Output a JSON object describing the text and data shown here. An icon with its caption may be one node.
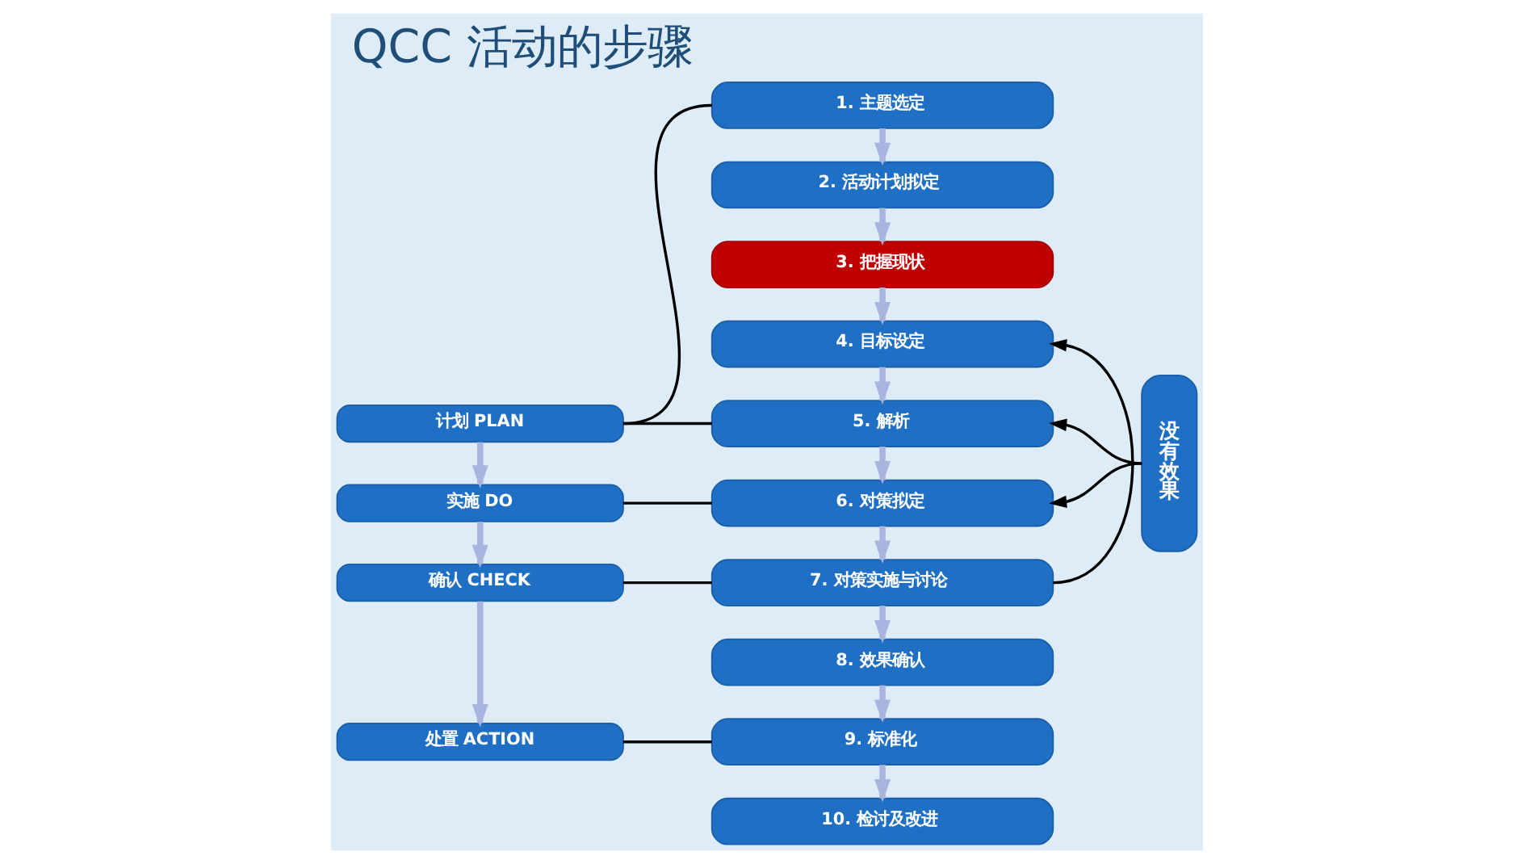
{
  "diagram": {
    "title": "QCC 活动的步骤",
    "nodes": [
      {
        "text": [
          "计划 PLAN"
        ]
      },
      {
        "text": [
          "实施 DO"
        ]
      },
      {
        "text": [
          "确认 CHECK"
        ]
      },
      {
        "text": [
          "处置 ACTION"
        ]
      },
      {
        "text": [
          "1. 主题选定"
        ]
      },
      {
        "text": [
          "2. 活动计划拟定"
        ]
      },
      {
        "text": [
          "3. 把握现状"
        ]
      },
      {
        "text": [
          "4. 目标设定"
        ]
      },
      {
        "text": [
          "5. 解析"
        ]
      },
      {
        "text": [
          "6. 对策拟定"
        ]
      },
      {
        "text": [
          "7. 对策实施与讨论"
        ]
      },
      {
        "text": [
          "8. 效果确认"
        ]
      },
      {
        "text": [
          "9. 标准化"
        ]
      },
      {
        "text": [
          "10. 检讨及改进"
        ]
      },
      {
        "text": [
          "没有效果"
        ]
      }
    ],
    "edges": [
      {
        "from": 0,
        "to": 1,
        "arrow": "to"
      },
      {
        "from": 1,
        "to": 2,
        "arrow": "to"
      },
      {
        "from": 2,
        "to": 3,
        "arrow": "to"
      },
      {
        "from": 4,
        "to": 5,
        "arrow": "to"
      },
      {
        "from": 5,
        "to": 6,
        "arrow": "to"
      },
      {
        "from": 6,
        "to": 7,
        "arrow": "to"
      },
      {
        "from": 7,
        "to": 8,
        "arrow": "to"
      },
      {
        "from": 8,
        "to": 9,
        "arrow": "to"
      },
      {
        "from": 9,
        "to": 10,
        "arrow": "to"
      },
      {
        "from": 10,
        "to": 11,
        "arrow": "to"
      },
      {
        "from": 11,
        "to": 12,
        "arrow": "to"
      },
      {
        "from": 12,
        "to": 13,
        "arrow": "to"
      },
      {
        "from": 0,
        "to": 4,
        "arrow": "none",
        "color": "#000000"
      },
      {
        "from": 0,
        "to": 8,
        "arrow": "none",
        "color": "#000000"
      },
      {
        "from": 1,
        "to": 9,
        "arrow": "none",
        "color": "#000000"
      },
      {
        "from": 2,
        "to": 10,
        "arrow": "none",
        "color": "#000000"
      },
      {
        "from": 3,
        "to": 12,
        "arrow": "none",
        "color": "#000000"
      },
      {
        "from": 10,
        "to": 7,
        "arrow": "to",
        "color": "#000000"
      },
      {
        "from": 14,
        "to": 8,
        "arrow": "to",
        "color": "#000000"
      },
      {
        "from": 14,
        "to": 9,
        "arrow": "to",
        "color": "#000000"
      }
    ]
  }
}
